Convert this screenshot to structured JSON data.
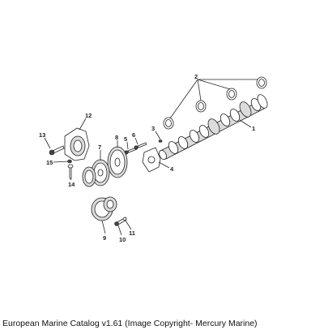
{
  "diagram": {
    "callouts": {
      "p1": "1",
      "p2": "2",
      "p3": "3",
      "p4": "4",
      "p5": "5",
      "p6": "6",
      "p7": "7",
      "p8": "8",
      "p9": "9",
      "p10": "10",
      "p11": "11",
      "p12": "12",
      "p13": "13",
      "p14": "14",
      "p15": "15"
    }
  },
  "caption": "European Marine Catalog v1.61 (Image Copyright- Mercury Marine)"
}
